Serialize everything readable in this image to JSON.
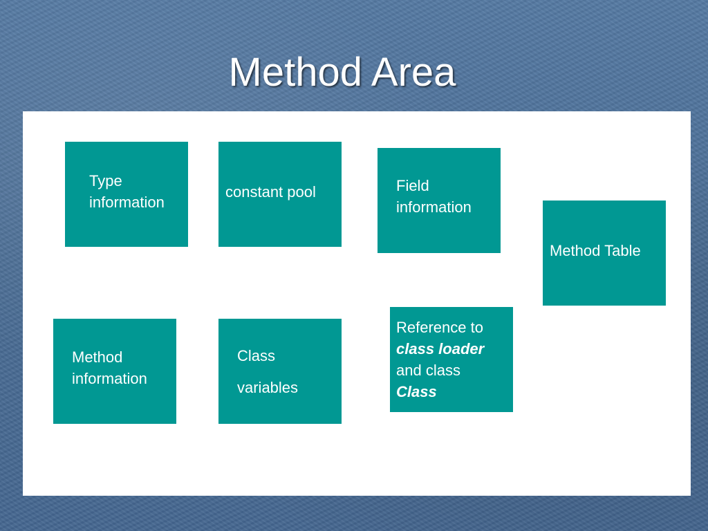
{
  "slide": {
    "title": "Method Area"
  },
  "boxes": {
    "type_info": {
      "line1": "Type",
      "line2": "information"
    },
    "constant_pool": {
      "line1": "constant pool"
    },
    "field_info": {
      "line1": "Field",
      "line2": "information"
    },
    "method_table": {
      "line1": "Method Table"
    },
    "method_info": {
      "line1": "Method",
      "line2": "information"
    },
    "class_vars": {
      "line1": "Class",
      "line2": "variables"
    },
    "class_loader_ref": {
      "line1": "Reference to",
      "line2": "class loader",
      "line3": "and class",
      "line4": "Class"
    }
  },
  "colors": {
    "background": "#4b6e96",
    "panel": "#ffffff",
    "box": "#019893",
    "text": "#ffffff"
  }
}
